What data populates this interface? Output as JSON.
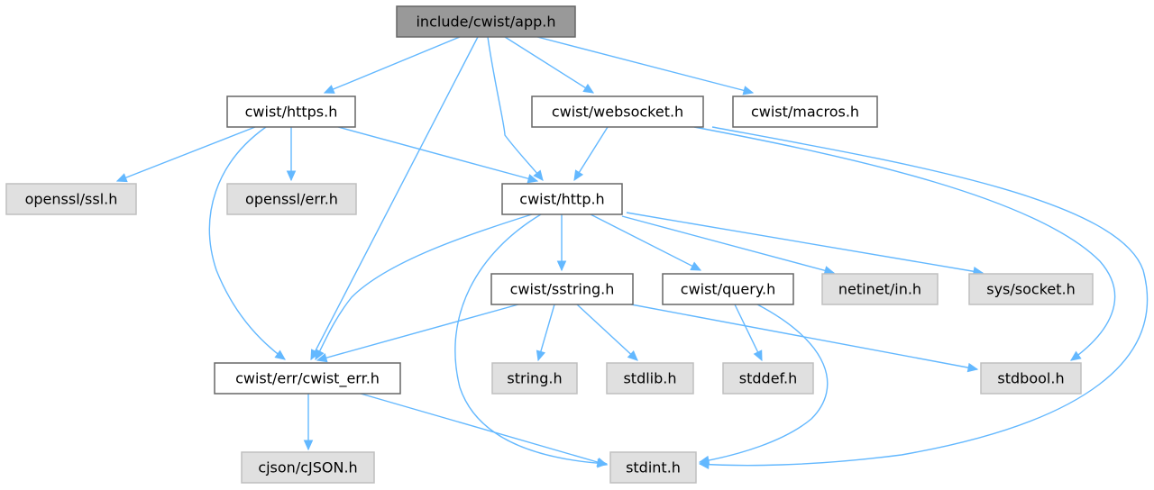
{
  "graph": {
    "nodes": [
      {
        "id": "app",
        "label": "include/cwist/app.h",
        "kind": "root"
      },
      {
        "id": "https",
        "label": "cwist/https.h",
        "kind": "local"
      },
      {
        "id": "websocket",
        "label": "cwist/websocket.h",
        "kind": "local"
      },
      {
        "id": "macros",
        "label": "cwist/macros.h",
        "kind": "local"
      },
      {
        "id": "ssl",
        "label": "openssl/ssl.h",
        "kind": "system"
      },
      {
        "id": "err",
        "label": "openssl/err.h",
        "kind": "system"
      },
      {
        "id": "http",
        "label": "cwist/http.h",
        "kind": "local"
      },
      {
        "id": "sstring",
        "label": "cwist/sstring.h",
        "kind": "local"
      },
      {
        "id": "query",
        "label": "cwist/query.h",
        "kind": "local"
      },
      {
        "id": "netinet",
        "label": "netinet/in.h",
        "kind": "system"
      },
      {
        "id": "socket",
        "label": "sys/socket.h",
        "kind": "system"
      },
      {
        "id": "cwisterr",
        "label": "cwist/err/cwist_err.h",
        "kind": "local"
      },
      {
        "id": "stringh",
        "label": "string.h",
        "kind": "system"
      },
      {
        "id": "stdlib",
        "label": "stdlib.h",
        "kind": "system"
      },
      {
        "id": "stddef",
        "label": "stddef.h",
        "kind": "system"
      },
      {
        "id": "stdbool",
        "label": "stdbool.h",
        "kind": "system"
      },
      {
        "id": "cjson",
        "label": "cjson/cJSON.h",
        "kind": "system"
      },
      {
        "id": "stdint",
        "label": "stdint.h",
        "kind": "system"
      }
    ],
    "edges": [
      {
        "from": "app",
        "to": "https"
      },
      {
        "from": "app",
        "to": "cwisterr"
      },
      {
        "from": "app",
        "to": "http"
      },
      {
        "from": "app",
        "to": "websocket"
      },
      {
        "from": "app",
        "to": "macros"
      },
      {
        "from": "https",
        "to": "ssl"
      },
      {
        "from": "https",
        "to": "err"
      },
      {
        "from": "https",
        "to": "http"
      },
      {
        "from": "https",
        "to": "cwisterr"
      },
      {
        "from": "websocket",
        "to": "http"
      },
      {
        "from": "websocket",
        "to": "stdbool"
      },
      {
        "from": "websocket",
        "to": "stdint"
      },
      {
        "from": "http",
        "to": "cwisterr"
      },
      {
        "from": "http",
        "to": "sstring"
      },
      {
        "from": "http",
        "to": "query"
      },
      {
        "from": "http",
        "to": "netinet"
      },
      {
        "from": "http",
        "to": "socket"
      },
      {
        "from": "http",
        "to": "stdint"
      },
      {
        "from": "sstring",
        "to": "cwisterr"
      },
      {
        "from": "sstring",
        "to": "stringh"
      },
      {
        "from": "sstring",
        "to": "stdlib"
      },
      {
        "from": "sstring",
        "to": "stdbool"
      },
      {
        "from": "query",
        "to": "stddef"
      },
      {
        "from": "query",
        "to": "stdint"
      },
      {
        "from": "cwisterr",
        "to": "cjson"
      },
      {
        "from": "cwisterr",
        "to": "stdint"
      }
    ],
    "colors": {
      "edge": "#63b8ff",
      "root_fill": "#999999",
      "local_fill": "#ffffff",
      "system_fill": "#e0e0e0",
      "border": "#666666",
      "system_border": "#bfbfbf"
    }
  }
}
